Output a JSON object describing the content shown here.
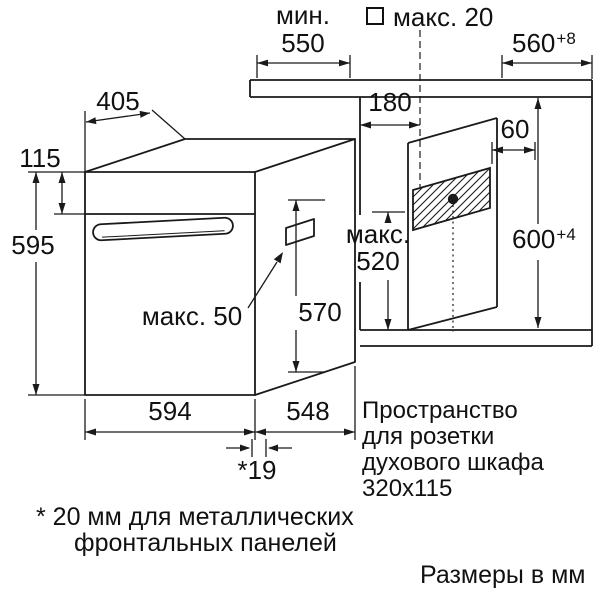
{
  "labels": {
    "min_prefix": "мин.",
    "min_value": "550",
    "max20": "макс. 20",
    "max20_symbol": "square-outline",
    "w560": "560",
    "w560_tol": "+8",
    "d405": "405",
    "d115": "115",
    "d595": "595",
    "d180": "180",
    "d60": "60",
    "max520_prefix": "макс.",
    "max520_value": "520",
    "h600": "600",
    "h600_tol": "+4",
    "max50": "макс. 50",
    "d570": "570",
    "d594": "594",
    "d548": "548",
    "d19": "*19"
  },
  "socket_note": [
    "Пространство",
    "для розетки",
    "духового шкафа",
    "320x115"
  ],
  "footnote": [
    "* 20 мм для металлических",
    "фронтальных панелей"
  ],
  "units_note": "Размеры в мм",
  "colors": {
    "line": "#1a1a1a",
    "background": "#ffffff"
  }
}
